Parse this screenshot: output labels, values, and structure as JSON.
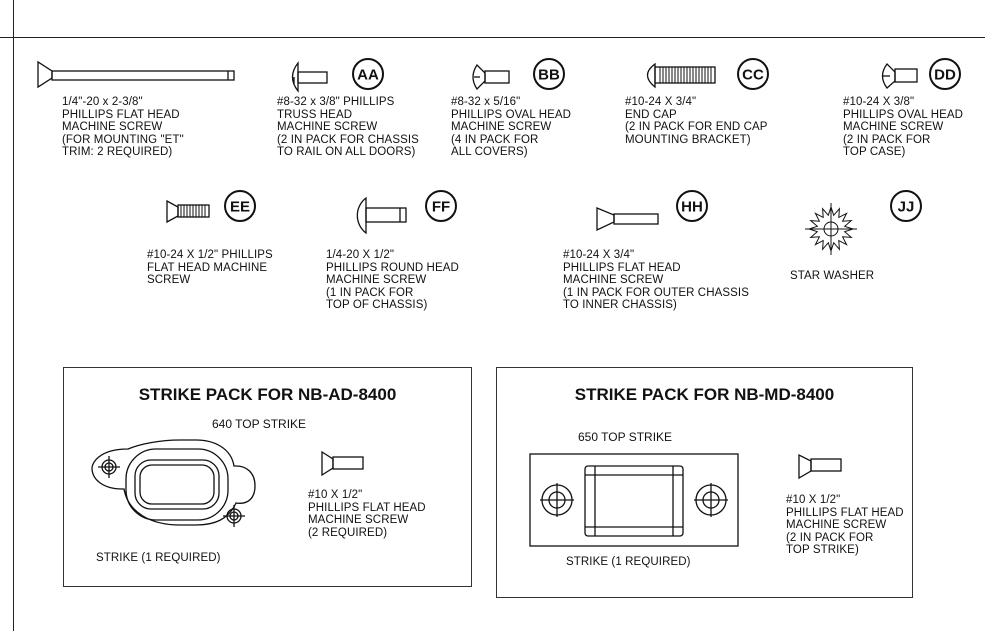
{
  "parts": [
    {
      "id": "part-1",
      "label": "",
      "caption": "1/4\"-20 x 2-3/8\"\nPHILLIPS FLAT HEAD\nMACHINE SCREW\n(FOR MOUNTING \"ET\"\nTRIM: 2 REQUIRED)",
      "icon": "long-flat-head-screw-icon"
    },
    {
      "id": "part-aa",
      "label": "AA",
      "caption": "#8-32 x 3/8\" PHILLIPS\nTRUSS HEAD\nMACHINE SCREW\n(2 IN PACK FOR CHASSIS\nTO RAIL ON ALL DOORS)",
      "icon": "truss-head-screw-icon"
    },
    {
      "id": "part-bb",
      "label": "BB",
      "caption": "#8-32 x 5/16\"\nPHILLIPS OVAL HEAD\nMACHINE SCREW\n(4 IN PACK FOR\nALL COVERS)",
      "icon": "oval-head-screw-icon"
    },
    {
      "id": "part-cc",
      "label": "CC",
      "caption": "#10-24 X 3/4\"\nEND CAP\n(2 IN PACK FOR END CAP\nMOUNTING BRACKET)",
      "icon": "end-cap-screw-icon"
    },
    {
      "id": "part-dd",
      "label": "DD",
      "caption": "#10-24 X 3/8\"\nPHILLIPS OVAL HEAD\nMACHINE SCREW\n(2 IN PACK FOR\nTOP CASE)",
      "icon": "oval-head-screw-icon"
    },
    {
      "id": "part-ee",
      "label": "EE",
      "caption": "#10-24 X 1/2\" PHILLIPS\nFLAT HEAD MACHINE\nSCREW",
      "icon": "threaded-screw-icon"
    },
    {
      "id": "part-ff",
      "label": "FF",
      "caption": "1/4-20 X 1/2\"\nPHILLIPS ROUND HEAD\nMACHINE SCREW\n(1 IN PACK FOR\nTOP OF CHASSIS)",
      "icon": "round-head-screw-icon"
    },
    {
      "id": "part-hh",
      "label": "HH",
      "caption": "#10-24 X 3/4\"\nPHILLIPS FLAT HEAD\nMACHINE SCREW\n(1 IN PACK FOR OUTER CHASSIS\nTO INNER CHASSIS)",
      "icon": "flat-head-screw-icon"
    },
    {
      "id": "part-jj",
      "label": "JJ",
      "caption": "STAR WASHER",
      "icon": "star-washer-icon"
    }
  ],
  "packs": [
    {
      "title": "STRIKE PACK FOR NB-AD-8400",
      "strike_name": "640 TOP STRIKE",
      "strike_caption": "STRIKE (1 REQUIRED)",
      "screw_caption": "#10 X 1/2\"\nPHILLIPS FLAT HEAD\nMACHINE SCREW\n(2 REQUIRED)"
    },
    {
      "title": "STRIKE PACK FOR NB-MD-8400",
      "strike_name": "650 TOP STRIKE",
      "strike_caption": "STRIKE (1 REQUIRED)",
      "screw_caption": "#10 X 1/2\"\nPHILLIPS FLAT HEAD\nMACHINE SCREW\n(2 IN PACK FOR\nTOP STRIKE)"
    }
  ]
}
